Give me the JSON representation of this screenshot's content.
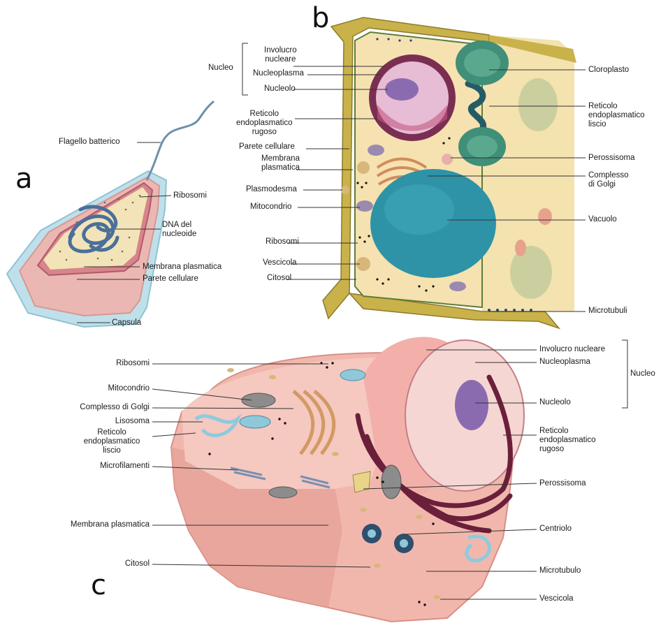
{
  "panels": {
    "a": {
      "letter": "a",
      "labels": {
        "flagello": "Flagello batterico",
        "ribosomi": "Ribosomi",
        "dna": "DNA del\nnucleoide",
        "membrana": "Membrana plasmatica",
        "parete": "Parete cellulare",
        "capsula": "Capsula"
      }
    },
    "b": {
      "letter": "b",
      "labels": {
        "nucleo_group": "Nucleo",
        "involucro": "Involucro\nnucleare",
        "nucleoplasma": "Nucleoplasma",
        "nucleolo": "Nucleolo",
        "rer": "Reticolo\nendoplasmatico\nrugoso",
        "parete": "Parete cellulare",
        "membrana": "Membrana\nplasmatica",
        "plasmodesma": "Plasmodesma",
        "mitocondrio": "Mitocondrio",
        "ribosomi": "Ribosomi",
        "vescicola": "Vescicola",
        "citosol": "Citosol",
        "cloroplasto": "Cloroplasto",
        "rel": "Reticolo\nendoplasmatico\nliscio",
        "perossisoma": "Perossisoma",
        "golgi": "Complesso\ndi Golgi",
        "vacuolo": "Vacuolo",
        "microtubuli": "Microtubuli"
      }
    },
    "c": {
      "letter": "c",
      "labels": {
        "ribosomi": "Ribosomi",
        "mitocondrio": "Mitocondrio",
        "golgi": "Complesso di Golgi",
        "lisosoma": "Lisosoma",
        "rel": "Reticolo\nendoplasmatico\nliscio",
        "microfilamenti": "Microfilamenti",
        "membrana": "Membrana plasmatica",
        "citosol": "Citosol",
        "involucro": "Involucro nucleare",
        "nucleoplasma": "Nucleoplasma",
        "nucleo_group": "Nucleo",
        "nucleolo": "Nucleolo",
        "rer": "Reticolo\nendoplasmatico\nrugoso",
        "perossisoma": "Perossisoma",
        "centriolo": "Centriolo",
        "microtubulo": "Microtubulo",
        "vescicola": "Vescicola"
      }
    }
  },
  "colors": {
    "bacterium_cytoplasm": "#f3e3b8",
    "bacterium_wall": "#e9a7a3",
    "bacterium_capsule": "#bfe0ea",
    "dna": "#4a6f9a",
    "plant_wall": "#c9b24a",
    "plant_cytoplasm": "#f5e2b0",
    "chloroplast": "#3f8f79",
    "vacuole": "#2e93a7",
    "nucleus_plant": "#c18ab3",
    "rer_plant": "#7a2f52",
    "animal_cytoplasm": "#f1b7ad",
    "animal_nucleus": "#f6c8c2",
    "nucleolus": "#8b6bb0",
    "rer_animal": "#6a1f3a",
    "leader_line": "#333333"
  }
}
